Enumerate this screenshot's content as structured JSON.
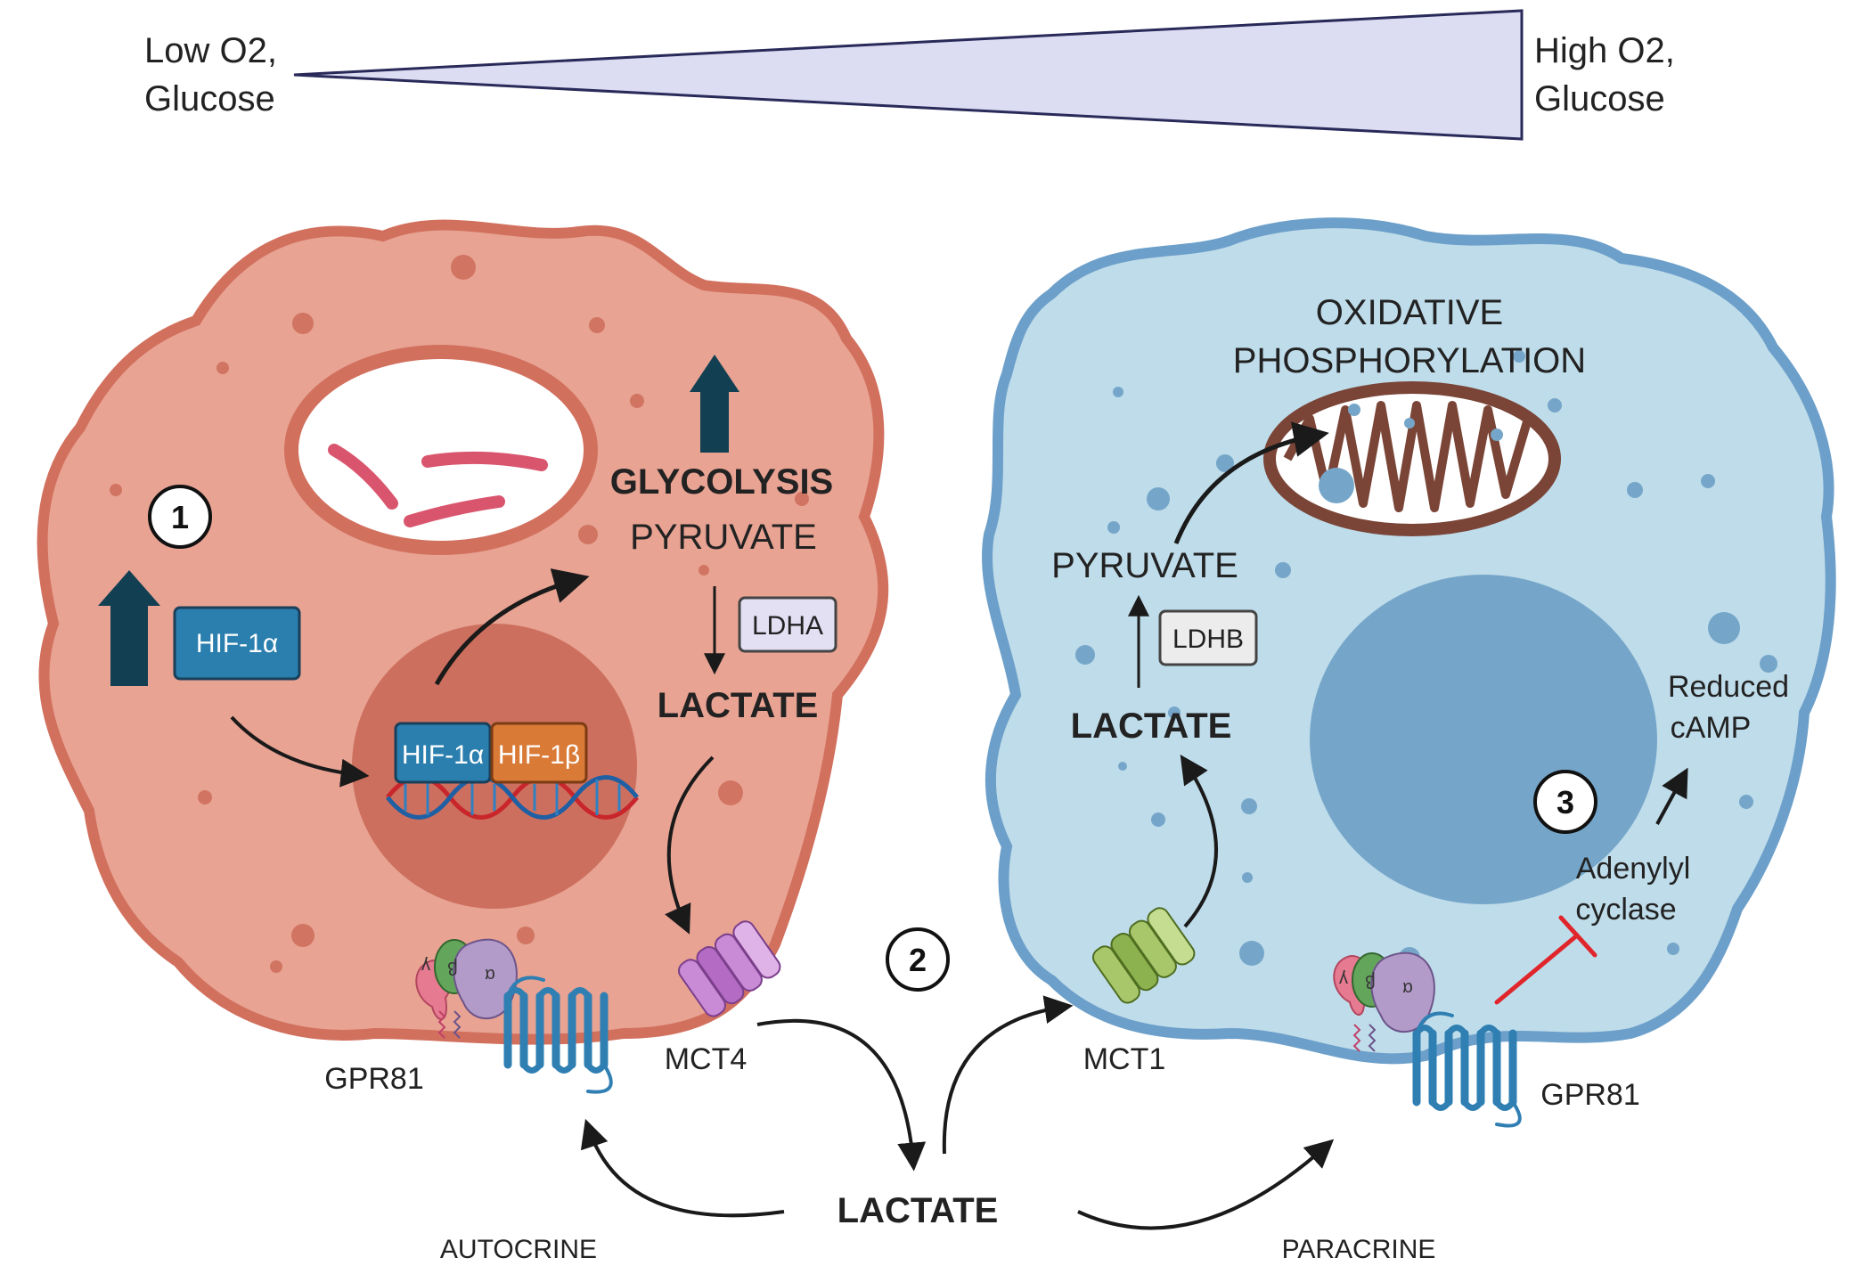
{
  "gradient": {
    "left_label_line1": "Low O2,",
    "left_label_line2": "Glucose",
    "right_label_line1": "High O2,",
    "right_label_line2": "Glucose"
  },
  "left_cell": {
    "step_number": "1",
    "hif1a_box": "HIF-1α",
    "hif1a_dna": "HIF-1α",
    "hif1b_dna": "HIF-1β",
    "glycolysis": "GLYCOLYSIS",
    "pyruvate": "PYRUVATE",
    "ldha": "LDHA",
    "lactate": "LACTATE",
    "mct4": "MCT4",
    "gpr81": "GPR81",
    "g_gamma": "γ",
    "g_beta": "β",
    "g_alpha": "α"
  },
  "middle": {
    "step_number": "2",
    "lactate": "LACTATE",
    "autocrine": "AUTOCRINE",
    "paracrine": "PARACRINE"
  },
  "right_cell": {
    "oxphos_line1": "OXIDATIVE",
    "oxphos_line2": "PHOSPHORYLATION",
    "pyruvate": "PYRUVATE",
    "ldhb": "LDHB",
    "lactate": "LACTATE",
    "mct1": "MCT1",
    "reduced_line1": "Reduced",
    "reduced_line2": "cAMP",
    "step_number": "3",
    "adenylyl_line1": "Adenylyl",
    "adenylyl_line2": "cyclase",
    "gpr81": "GPR81",
    "g_gamma": "γ",
    "g_beta": "β",
    "g_alpha": "α"
  },
  "colors": {
    "left_cell_fill": "#e8a393",
    "left_cell_border": "#d2705e",
    "left_nucleus": "#cd6f5e",
    "right_cell_fill": "#bfdcea",
    "right_cell_border": "#6c9fc9",
    "right_nucleus": "#75a6c9",
    "hif1a": "#2b7fae",
    "hif1b": "#d97a37",
    "up_arrow": "#133f52",
    "gradient_fill": "#dcdcf3",
    "inhibition": "#e0252b",
    "mct4": "#c98ad6",
    "mct1": "#8bb24e",
    "gpr81": "#2f7fb3",
    "mitochondrion": "#7a4436"
  }
}
